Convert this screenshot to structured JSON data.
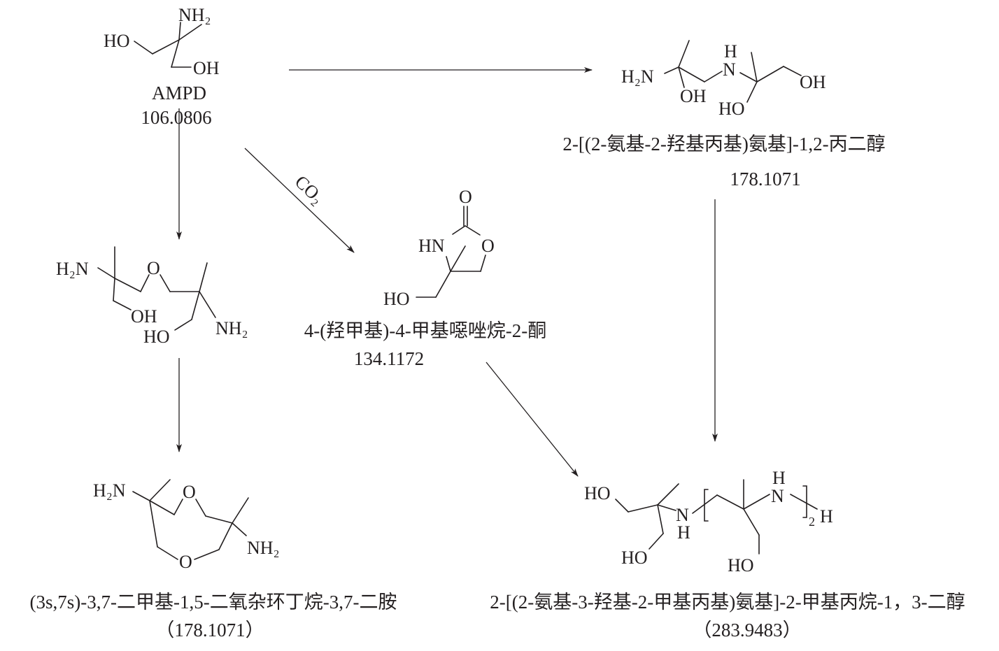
{
  "molecules": {
    "ampd": {
      "atoms": {
        "nh2": "NH₂",
        "ho": "HO",
        "oh": "OH"
      },
      "name": "AMPD",
      "mass": "106.0806"
    },
    "propanediol": {
      "atoms": {
        "h2n": "H₂N",
        "h": "H",
        "n": "N",
        "oh1": "OH",
        "ho": "HO",
        "oh2": "OH"
      },
      "name": "2-[(2-氨基-2-羟基丙基)氨基]-1,2-丙二醇",
      "mass": "178.1071"
    },
    "ether": {
      "atoms": {
        "h2n": "H₂N",
        "o": "O",
        "oh": "OH",
        "ho": "HO",
        "nh2": "NH₂"
      }
    },
    "oxazolidinone": {
      "atoms": {
        "o_carbonyl": "O",
        "hn": "HN",
        "o_ring": "O",
        "ho": "HO"
      },
      "name": "4-(羟甲基)-4-甲基噁唑烷-2-酮",
      "mass": "134.1172"
    },
    "dioxocane": {
      "atoms": {
        "h2n": "H₂N",
        "o1": "O",
        "o2": "O",
        "nh2": "NH₂"
      },
      "name": "(3s,7s)-3,7-二甲基-1,5-二氧杂环丁烷-3,7-二胺",
      "mass": "（178.1071）"
    },
    "oligomer": {
      "atoms": {
        "ho1": "HO",
        "n1": "N",
        "h1": "H",
        "ho2": "HO",
        "h2": "H",
        "n2": "N",
        "sub": "2",
        "h_end": "H",
        "ho3": "HO"
      },
      "name": "2-[(2-氨基-3-羟基-2-甲基丙基)氨基]-2-甲基丙烷-1，3-二醇",
      "mass": "（283.9483）"
    }
  },
  "arrows": {
    "co2_label": "CO₂"
  }
}
